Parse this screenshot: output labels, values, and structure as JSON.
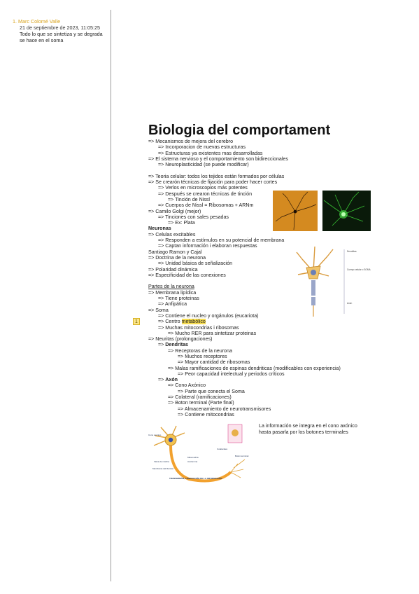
{
  "comment": {
    "number": "1.",
    "author": "Marc Colomé Valle",
    "date": "21 de septiembre de 2023, 11:05:25",
    "text": "Todo lo que se sintetiza y se degrada se hace en el soma"
  },
  "marker_label": "1",
  "title": "Biologia del comportament",
  "lines": [
    "=> Mecanismos de mejora del cerebro",
    "=> Incorporacion de nuevas estructuras",
    "=> Estructuras ya existentes mas desarrolladas",
    "=> El sistema nervioso y el comportamiento son bidireccionales",
    "=> Neuroplasticidad (se puede modificar)",
    "=> Teoria celular: todos los tejidos están formados por células",
    "=> Se crearón técnicas de fijación para poder hacer cortes",
    "=> Verlos en microscopios más potentes",
    "=> Después se crearon técnicas de tinción",
    "=> Tinción de Nissl",
    "=> Cuerpos de Nissl = Ribosomas + ARNm",
    "=> Camilo Golgi (mejor)",
    "=> Tinciones con sales pesadas",
    "=> Ex: Plata",
    "Neuronas",
    "=> Celulas excitables",
    "=> Responden a estímulos en su potencial de membrana",
    "=> Captan información i elaboran respuestas",
    "Santiago Ramon y Cajal",
    "=> Doctrina de la neurona",
    "=> Unidad básica de señalización",
    "=> Polaridad dinámica",
    "=> Especificidad de las conexiones",
    "Partes de la neurona",
    "=> Membrana lipídica",
    "=> Tiene proteinas",
    "=> Anfipática",
    "=> Soma",
    "=> Contiene el nucleo y orgánulos (eucariota)",
    "=> Centro ",
    "metabólico",
    "=> Muchas mitocondrias i ribosomas",
    "=> Mucho RER para sintetizar proteinas",
    "=> Neuritas (prolongaciones)",
    "=> ",
    "Dendritas",
    "=> Receptoras de la neurona",
    "=> Muchos receptores",
    "=> Mayor cantidad de ribosomas",
    "=> Malas ramificaciones de espinas dendriticas (modificables con experiencia)",
    "=> Peor capacidad intelectual y periodos críticos",
    "Axón",
    "=> Cono Axónico",
    "=> Parte que conecta el Soma",
    "=> Colateral (ramificaciones)",
    "=> Boton terminal (Parte final)",
    "=> Almacenamiento de neurotransmisores",
    "=> Contiene mitocondrias"
  ],
  "diagram_labels": {
    "neuron_top": [
      "Dendritas",
      "Cuerpo celular o SOMA",
      "Axón"
    ],
    "neuron_bottom": [
      "Cono axónico",
      "Vaina de mielina",
      "Membrana del Ranvier",
      "Mitocondria",
      "Axolemma",
      "TRANSMISIÓN, CONDUCCIÓN DE LA INFORMACIÓN",
      "Colaterales",
      "Botón terminal"
    ]
  },
  "caption": "La información se integra en el cono axónico hasta pasarla por los botones terminales",
  "colors": {
    "accent": "#d8a21a",
    "highlight": "#f6dc51",
    "golgi_bg": "#c67a15",
    "fluo_bg": "#0a1a0a"
  }
}
